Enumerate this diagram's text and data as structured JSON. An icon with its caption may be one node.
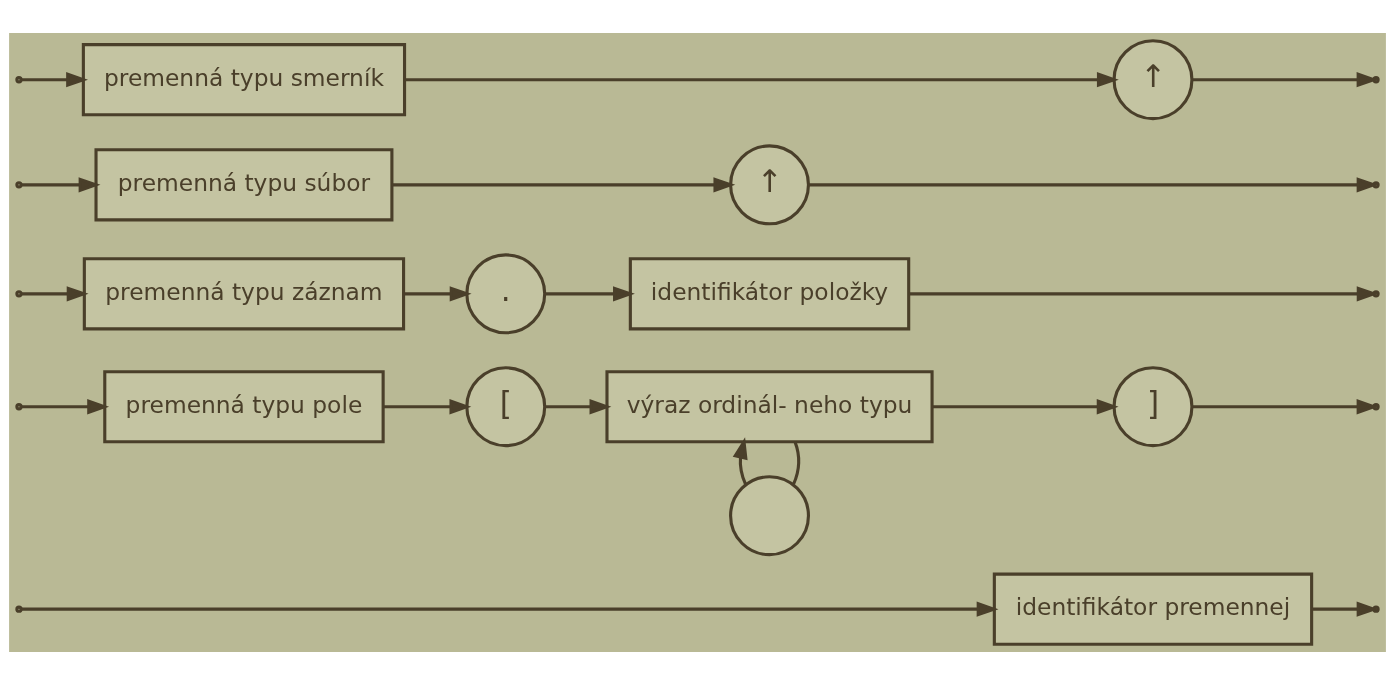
{
  "diagram": {
    "nodes": [
      {
        "text": [
          "identifikátor premennej"
        ]
      },
      {
        "text": [
          "premenná typu pole"
        ]
      },
      {
        "text": [
          "["
        ]
      },
      {
        "text": [
          "výraz ordinál- neho typu"
        ]
      },
      {
        "text": [
          "]"
        ]
      },
      {
        "text": [],
        "shape": "circle"
      },
      {
        "text": [
          "premenná typu záznam"
        ]
      },
      {
        "text": [
          "."
        ]
      },
      {
        "text": [
          "identifikátor položky"
        ]
      },
      {
        "text": [
          "premenná typu súbor"
        ]
      },
      {
        "text": [
          "↑"
        ]
      },
      {
        "text": [
          "premenná typu smerník"
        ]
      },
      {
        "text": [
          "↑"
        ]
      }
    ],
    "edges": [
      {
        "from": null,
        "to": 0,
        "arrow": "to"
      },
      {
        "from": null,
        "to": 1,
        "arrow": "to"
      },
      {
        "from": null,
        "to": 6,
        "arrow": "to"
      },
      {
        "from": null,
        "to": 9,
        "arrow": "to"
      },
      {
        "from": null,
        "to": 11,
        "arrow": "to"
      },
      {
        "from": 1,
        "to": 2,
        "arrow": "to"
      },
      {
        "from": 2,
        "to": 3,
        "arrow": "to"
      },
      {
        "from": 3,
        "to": 4,
        "arrow": "to"
      },
      {
        "from": 3,
        "to": 5,
        "arrow": "none"
      },
      {
        "from": 5,
        "to": 3,
        "arrow": "to"
      },
      {
        "from": 6,
        "to": 7,
        "arrow": "to"
      },
      {
        "from": 7,
        "to": 8,
        "arrow": "to"
      },
      {
        "from": 9,
        "to": 10,
        "arrow": "to"
      },
      {
        "from": 11,
        "to": 12,
        "arrow": "to"
      },
      {
        "from": 0,
        "to": null,
        "arrow": "to"
      },
      {
        "from": 4,
        "to": null,
        "arrow": "to"
      },
      {
        "from": 8,
        "to": null,
        "arrow": "to"
      },
      {
        "from": 10,
        "to": null,
        "arrow": "to"
      },
      {
        "from": 12,
        "to": null,
        "arrow": "to"
      }
    ]
  }
}
